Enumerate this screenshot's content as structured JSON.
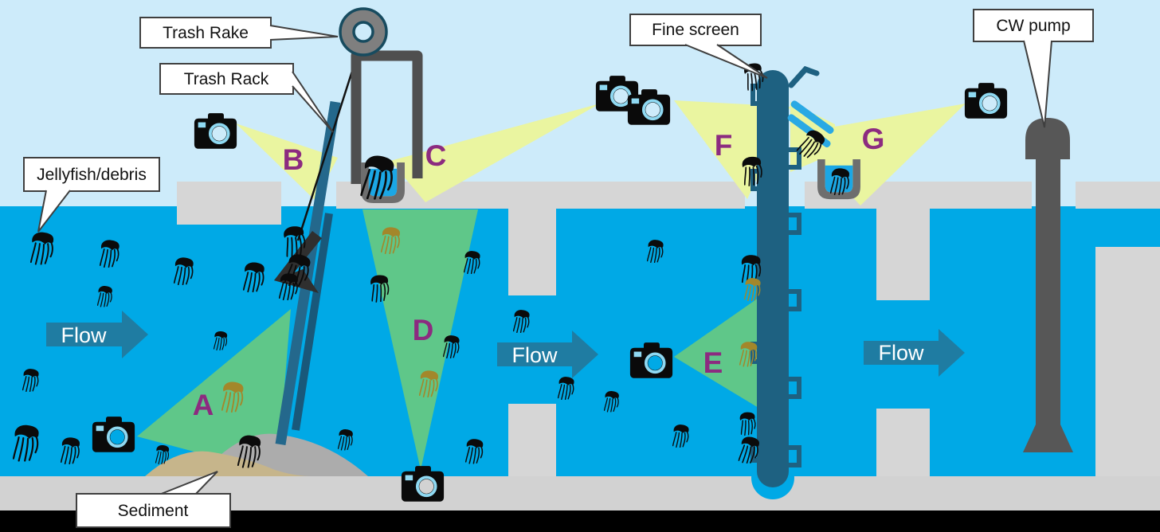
{
  "diagram": {
    "title_note": "Cooling water intake screening diagram",
    "callouts": {
      "trash_rake": "Trash Rake",
      "trash_rack": "Trash Rack",
      "jellyfish_debris": "Jellyfish/debris",
      "fine_screen": "Fine screen",
      "cw_pump": "CW pump",
      "sediment": "Sediment"
    },
    "camera_labels": {
      "a": "A",
      "b": "B",
      "c": "C",
      "d": "D",
      "e": "E",
      "f": "F",
      "g": "G"
    },
    "flow_labels": {
      "left": "Flow",
      "middle": "Flow",
      "right": "Flow"
    },
    "icons": [
      "camera-icon",
      "jellyfish-icon",
      "pulley-icon",
      "bin-icon"
    ],
    "colors": {
      "sky": "#CDEBFA",
      "water": "#00A9E6",
      "concrete": "#D6D6D6",
      "floor": "#D2D2D2",
      "bottom_bar": "#000000",
      "structure_dark": "#4F4F4F",
      "screen_teal": "#1E6181",
      "rack_teal": "#24688C",
      "flow_arrow": "#1F7CA2",
      "cone_green": "#5FC789",
      "cone_yellow": "#EAF5A0",
      "label_purple": "#8C2B80",
      "bin_gray": "#6E6E6E",
      "spray_blue": "#2AA9E4",
      "gold_debris": "#A3872A",
      "sediment_tan": "#C6B58B"
    }
  }
}
